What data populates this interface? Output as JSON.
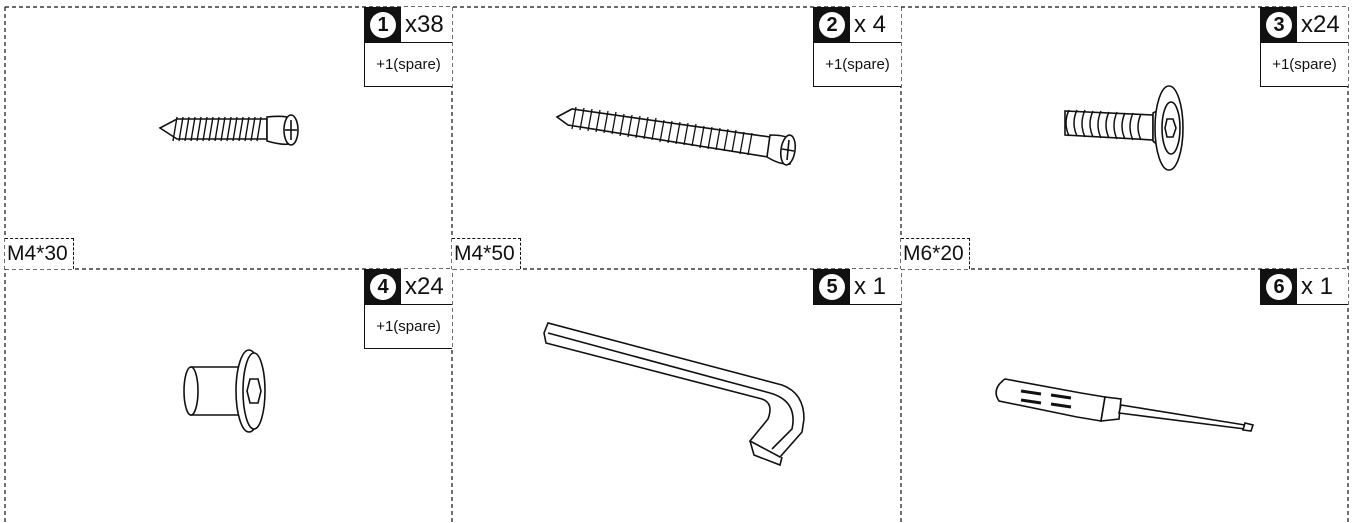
{
  "items": [
    {
      "number": "1",
      "count": "x38",
      "spare": "+1(spare)",
      "size": "M4*30",
      "icon": "countersunk-screw-icon"
    },
    {
      "number": "2",
      "count": "x 4",
      "spare": "+1(spare)",
      "size": "M4*50",
      "icon": "long-screw-icon"
    },
    {
      "number": "3",
      "count": "x24",
      "spare": "+1(spare)",
      "size": "M6*20",
      "icon": "hex-bolt-icon"
    },
    {
      "number": "4",
      "count": "x24",
      "spare": "+1(spare)",
      "icon": "barrel-nut-icon"
    },
    {
      "number": "5",
      "count": "x 1",
      "icon": "allen-key-icon"
    },
    {
      "number": "6",
      "count": "x 1",
      "icon": "screwdriver-icon"
    }
  ]
}
